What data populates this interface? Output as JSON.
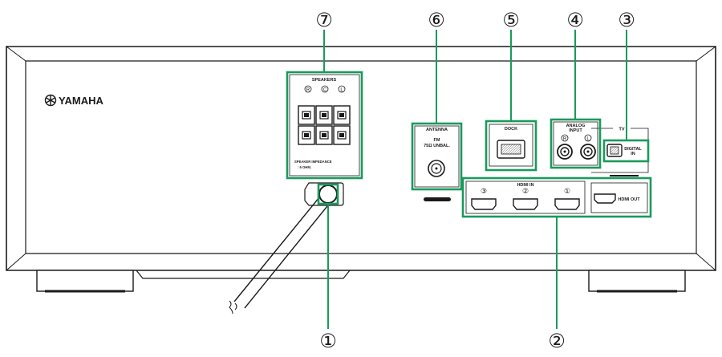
{
  "brand": "YAMAHA",
  "speakers": {
    "title": "SPEAKERS",
    "channels": [
      "R",
      "C",
      "L"
    ],
    "impedance": [
      "SPEAKER IMPEDANCE",
      ": 6 OHM."
    ]
  },
  "antenna": {
    "title": "ANTENNA",
    "lines": [
      "FM",
      "75Ω UNBAL."
    ]
  },
  "dock": {
    "title": "DOCK"
  },
  "analog_input": {
    "title": [
      "ANALOG",
      "INPUT"
    ],
    "channels": [
      "R",
      "L"
    ]
  },
  "tv": {
    "title": "TV",
    "digital_in": [
      "DIGITAL",
      "IN"
    ]
  },
  "hdmi": {
    "in_title": "HDMI IN",
    "inputs": [
      "③",
      "②",
      "①"
    ],
    "out_label": "HDMI OUT"
  },
  "callouts": [
    "①",
    "②",
    "③",
    "④",
    "⑤",
    "⑥",
    "⑦"
  ],
  "colors": {
    "callout": "#1a9a5c",
    "line": "#1a1a1a",
    "panel": "#ffffff"
  }
}
